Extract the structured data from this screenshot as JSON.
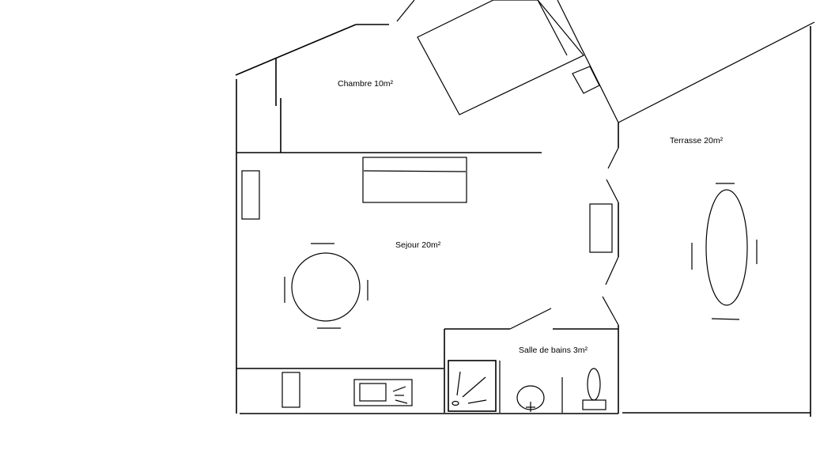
{
  "plan": {
    "background": "#ffffff",
    "line_color": "#000000",
    "rooms": [
      {
        "id": "chambre",
        "label": "Chambre 10m²"
      },
      {
        "id": "sejour",
        "label": "Sejour 20m²"
      },
      {
        "id": "terrasse",
        "label": "Terrasse 20m²"
      },
      {
        "id": "salle-de-bains",
        "label": "Salle de bains 3m²"
      }
    ],
    "furniture": [
      {
        "room": "chambre",
        "item": "bed"
      },
      {
        "room": "chambre",
        "item": "nightstand"
      },
      {
        "room": "sejour",
        "item": "sofa"
      },
      {
        "room": "sejour",
        "item": "round-dining-table-with-4-chairs"
      },
      {
        "room": "sejour",
        "item": "cabinet-left"
      },
      {
        "room": "sejour",
        "item": "cabinet-right"
      },
      {
        "room": "sejour",
        "item": "kitchen-counter-fridge"
      },
      {
        "room": "sejour",
        "item": "stove-hob"
      },
      {
        "room": "salle-de-bains",
        "item": "shower"
      },
      {
        "room": "salle-de-bains",
        "item": "washbasin"
      },
      {
        "room": "salle-de-bains",
        "item": "toilet"
      },
      {
        "room": "terrasse",
        "item": "oval-table-with-4-chairs"
      }
    ]
  }
}
